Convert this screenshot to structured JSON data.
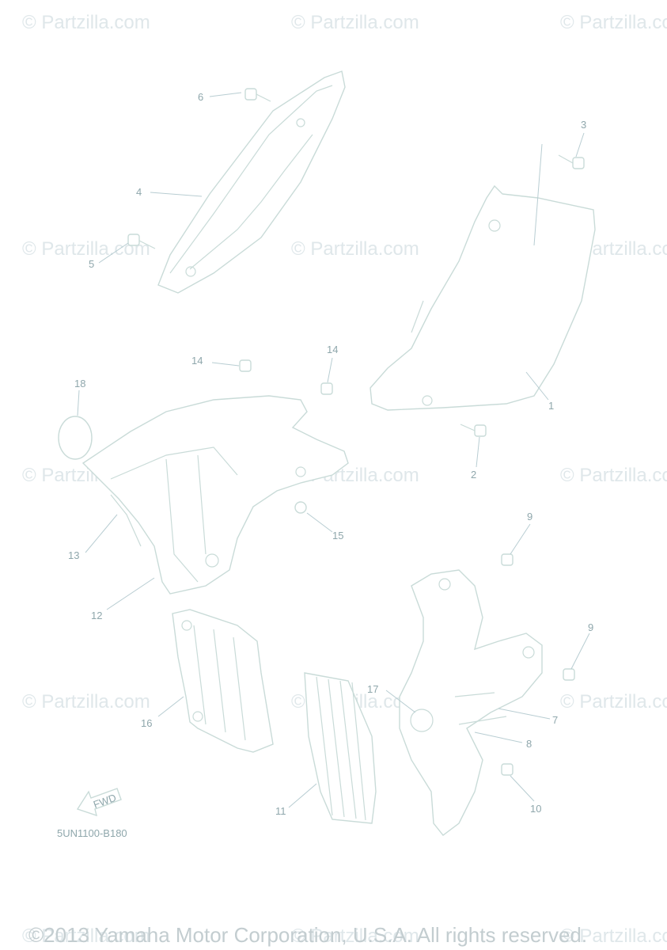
{
  "watermark": "© Partzilla.com",
  "callouts": [
    "1",
    "2",
    "3",
    "4",
    "5",
    "6",
    "7",
    "8",
    "9",
    "9",
    "10",
    "11",
    "12",
    "13",
    "14",
    "14",
    "15",
    "16",
    "17",
    "18"
  ],
  "fwd_label": "FWD",
  "diagram_code": "5UN1100-B180",
  "copyright": "©2013 Yamaha Motor Corporation, U.S.A. All rights reserved.",
  "colors": {
    "line": "#c9dbd8",
    "text": "#8fa7ac",
    "watermark": "#dfe7ea"
  }
}
